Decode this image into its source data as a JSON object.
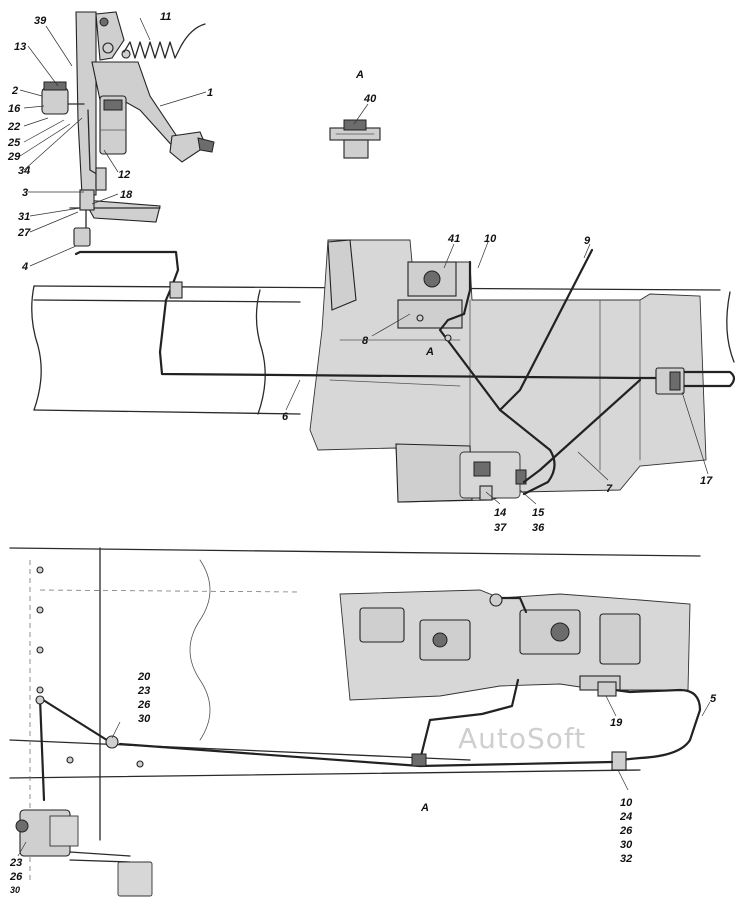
{
  "view_marks": {
    "top": "A",
    "upper_pipe": "A",
    "lower_frame": "A"
  },
  "callouts": {
    "c39": "39",
    "c11": "11",
    "c13": "13",
    "c2": "2",
    "c16": "16",
    "c1": "1",
    "c22": "22",
    "c25": "25",
    "c29": "29",
    "c34": "34",
    "c12": "12",
    "c3": "3",
    "c18": "18",
    "c31": "31",
    "c27": "27",
    "c4": "4",
    "c40": "40",
    "c41": "41",
    "c10a": "10",
    "c9": "9",
    "c8": "8",
    "c6": "6",
    "c7": "7",
    "c17": "17",
    "c14": "14",
    "c37": "37",
    "c15": "15",
    "c36": "36",
    "c20": "20",
    "c23a": "23",
    "c26a": "26",
    "c30a": "30",
    "c5": "5",
    "c19": "19",
    "c10b": "10",
    "c24": "24",
    "c26b": "26",
    "c30b": "30",
    "c32": "32",
    "c23b": "23",
    "c26c": "26",
    "c30c": "30"
  },
  "watermark": "AutoSoft"
}
